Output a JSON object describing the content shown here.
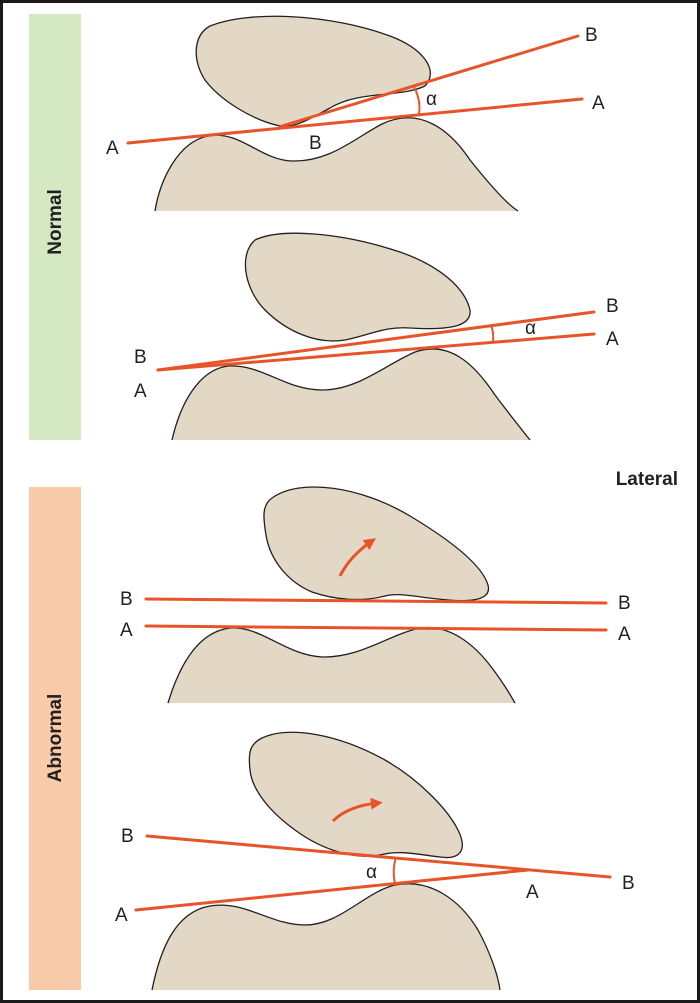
{
  "colors": {
    "frame": "#1a1a1a",
    "bone_fill": "#e2d8c5",
    "outline": "#231f20",
    "line": "#e8542a",
    "normal_band": "#d4e8c2",
    "abnormal_band": "#f9cbaa"
  },
  "side_label": "Lateral",
  "panels": [
    {
      "band_label": "Normal",
      "views": [
        {
          "labels": {
            "a_left": "A",
            "a_right": "A",
            "b_right": "B",
            "b_bottom": "B",
            "alpha": "α"
          }
        },
        {
          "labels": {
            "b_left": "B",
            "a_left": "A",
            "b_right": "B",
            "a_right": "A",
            "alpha": "α"
          }
        }
      ]
    },
    {
      "band_label": "Abnormal",
      "views": [
        {
          "labels": {
            "b_left": "B",
            "a_left": "A",
            "b_right": "B",
            "a_right": "A"
          },
          "arrow_icon": "rotation-arrow-icon"
        },
        {
          "labels": {
            "b_left": "B",
            "a_left": "A",
            "b_right": "B",
            "a_mid": "A",
            "alpha": "α"
          },
          "arrow_icon": "rotation-arrow-icon"
        }
      ]
    }
  ]
}
